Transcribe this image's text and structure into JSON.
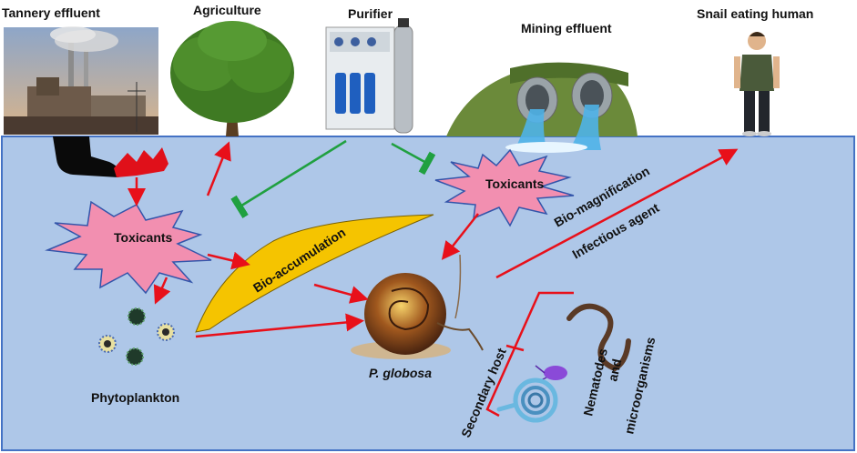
{
  "labels": {
    "tannery": "Tannery effluent",
    "agriculture": "Agriculture",
    "purifier": "Purifier",
    "mining": "Mining effluent",
    "human": "Snail eating human",
    "toxicants_left": "Toxicants",
    "toxicants_right": "Toxicants",
    "bioaccumulation": "Bio-accumulation",
    "biomagnification": "Bio-magnification",
    "infectious_agent": "Infectious agent",
    "phytoplankton": "Phytoplankton",
    "snail": "P. globosa",
    "secondary_host": "Secondary host",
    "nematodes_line1": "Nematodes",
    "nematodes_line2": "and",
    "nematodes_line3": "microorganisms"
  },
  "colors": {
    "water": "#aec7e8",
    "water_border": "#4472c4",
    "toxicant_fill": "#f28fb0",
    "toxicant_border": "#3355aa",
    "bioaccumulation_fill": "#f5c400",
    "arrow_red": "#e8101a",
    "inhibit_green": "#20a040"
  }
}
